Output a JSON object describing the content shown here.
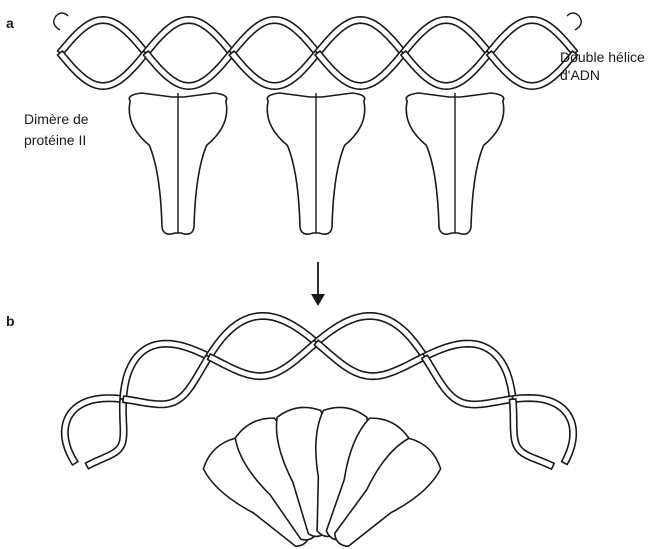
{
  "panels": {
    "a": {
      "letter": "a"
    },
    "b": {
      "letter": "b"
    }
  },
  "labels": {
    "dna_line1": "Double hélice",
    "dna_line2": "d'ADN",
    "protein_line1": "Dimère de",
    "protein_line2": "protéine II"
  },
  "colors": {
    "ink": "#1a1a1a",
    "fill": "#ffffff"
  }
}
